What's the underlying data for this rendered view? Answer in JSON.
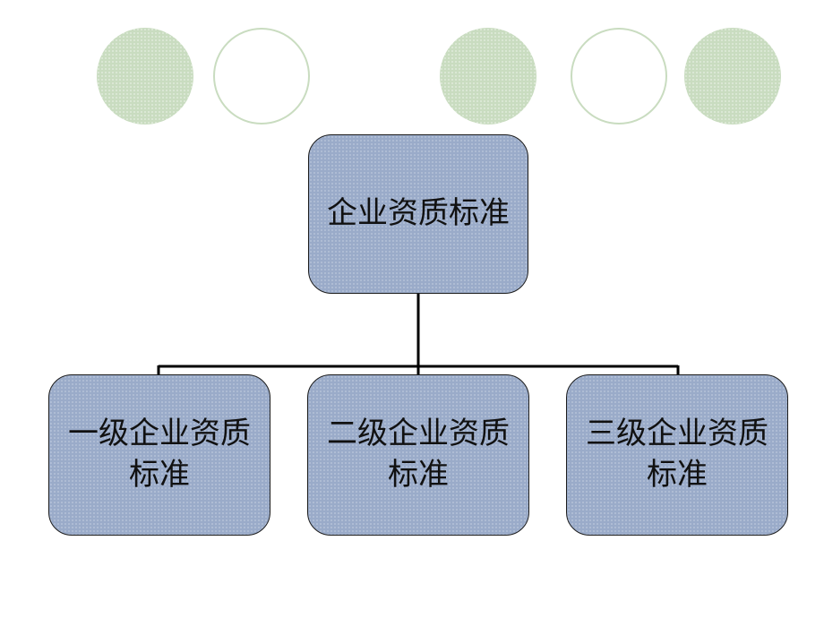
{
  "colors": {
    "decor_circle": "#c9dcc0",
    "box_fill": "#9aabc9",
    "box_border": "#1c1c1c",
    "connector": "#000000"
  },
  "decorations": [
    {
      "style": "filled",
      "icon": "filled-circle-icon"
    },
    {
      "style": "outline",
      "icon": "outline-circle-icon"
    },
    {
      "style": "filled",
      "icon": "filled-circle-icon"
    },
    {
      "style": "outline",
      "icon": "outline-circle-icon"
    },
    {
      "style": "filled",
      "icon": "filled-circle-icon"
    }
  ],
  "org_chart": {
    "root": {
      "label": "企业资质标准"
    },
    "children": [
      {
        "label": "一级企业资质标准"
      },
      {
        "label": "二级企业资质标准"
      },
      {
        "label": "三级企业资质标准"
      }
    ]
  }
}
